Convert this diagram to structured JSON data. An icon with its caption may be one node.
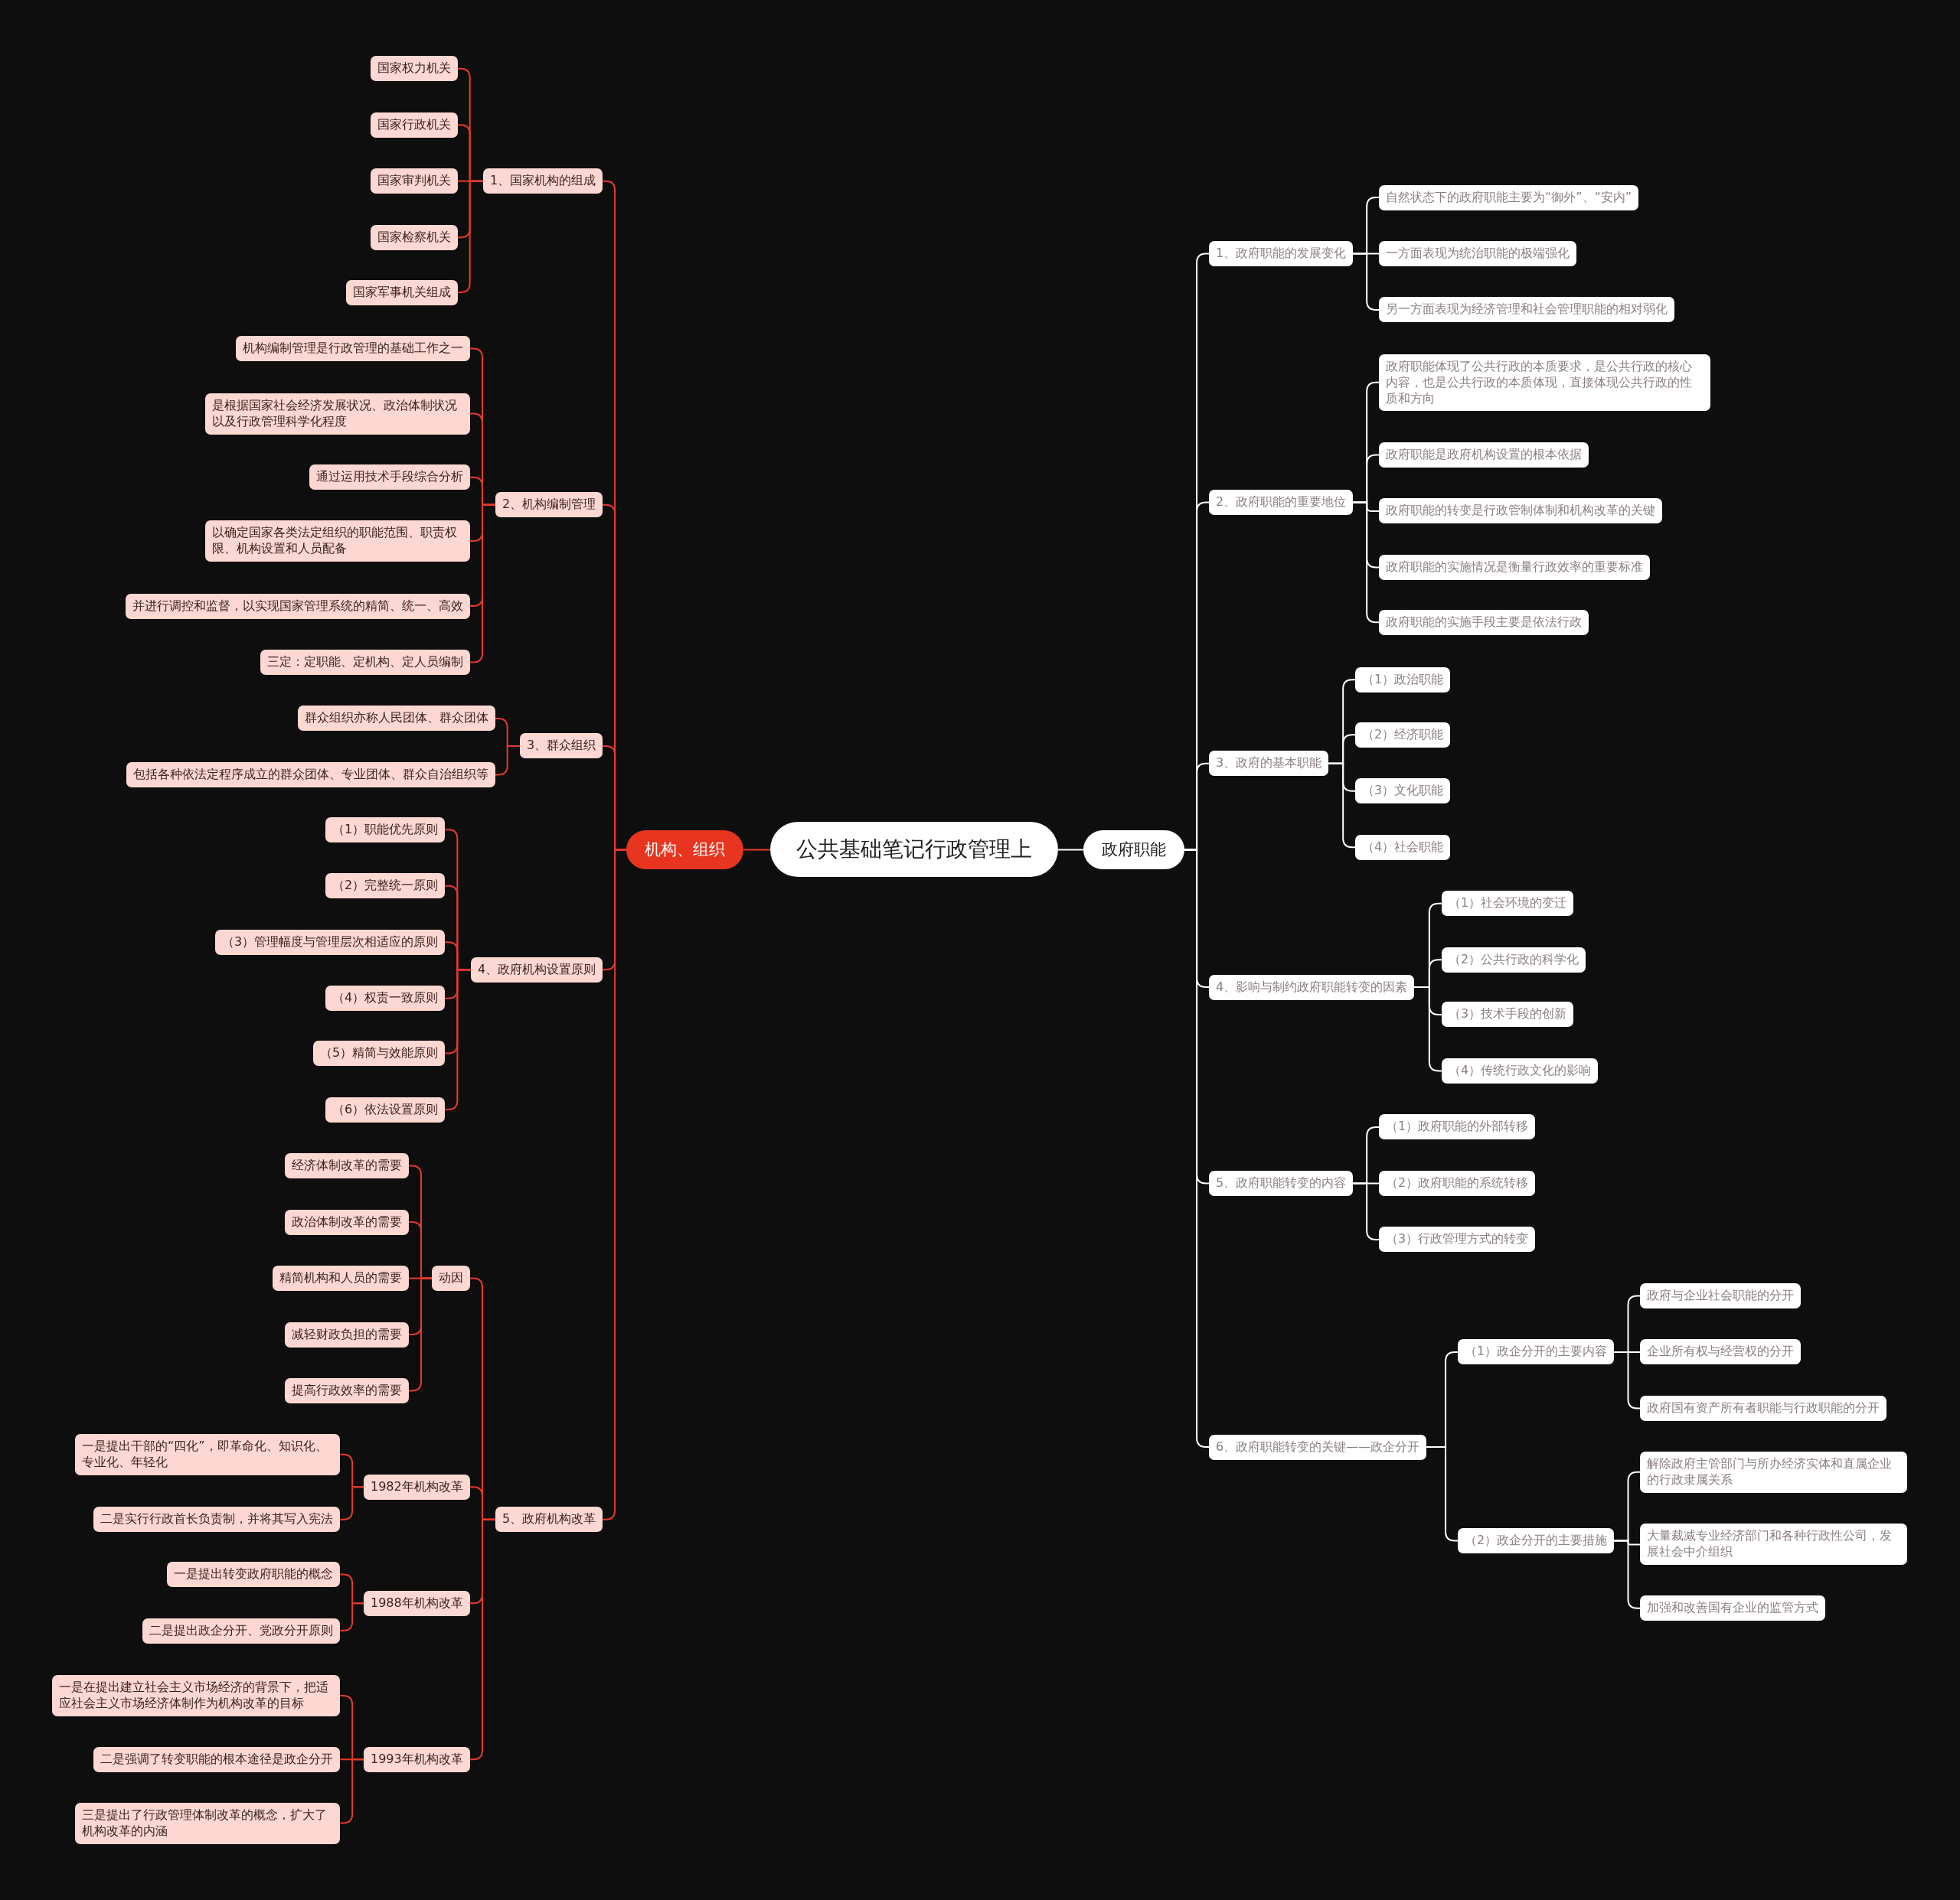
{
  "diagram": {
    "nodes": [
      {
        "text": [
          "公共基础笔记行政管理上"
        ]
      },
      {
        "text": [
          "机构、组织"
        ]
      },
      {
        "text": [
          "1、国家机构的组成"
        ]
      },
      {
        "text": [
          "国家权力机关"
        ]
      },
      {
        "text": [
          "国家行政机关"
        ]
      },
      {
        "text": [
          "国家审判机关"
        ]
      },
      {
        "text": [
          "国家检察机关"
        ]
      },
      {
        "text": [
          "国家军事机关组成"
        ]
      },
      {
        "text": [
          "2、机构编制管理"
        ]
      },
      {
        "text": [
          "机构编制管理是行政管理的基础工作之一"
        ]
      },
      {
        "text": [
          "是根据国家社会经济发展状况、政治体制状况以及行政管理科学化程度"
        ]
      },
      {
        "text": [
          "通过运用技术手段综合分析"
        ]
      },
      {
        "text": [
          "以确定国家各类法定组织的职能范围、职责权限、机构设置和人员配备"
        ]
      },
      {
        "text": [
          "并进行调控和监督，以实现国家管理系统的精简、统一、高效"
        ]
      },
      {
        "text": [
          "三定：定职能、定机构、定人员编制"
        ]
      },
      {
        "text": [
          "3、群众组织"
        ]
      },
      {
        "text": [
          "群众组织亦称人民团体、群众团体"
        ]
      },
      {
        "text": [
          "包括各种依法定程序成立的群众团体、专业团体、群众自治组织等"
        ]
      },
      {
        "text": [
          "4、政府机构设置原则"
        ]
      },
      {
        "text": [
          "（1）职能优先原则"
        ]
      },
      {
        "text": [
          "（2）完整统一原则"
        ]
      },
      {
        "text": [
          "（3）管理幅度与管理层次相适应的原则"
        ]
      },
      {
        "text": [
          "（4）权责一致原则"
        ]
      },
      {
        "text": [
          "（5）精简与效能原则"
        ]
      },
      {
        "text": [
          "（6）依法设置原则"
        ]
      },
      {
        "text": [
          "5、政府机构改革"
        ]
      },
      {
        "text": [
          "动因"
        ]
      },
      {
        "text": [
          "经济体制改革的需要"
        ]
      },
      {
        "text": [
          "政治体制改革的需要"
        ]
      },
      {
        "text": [
          "精简机构和人员的需要"
        ]
      },
      {
        "text": [
          "减轻财政负担的需要"
        ]
      },
      {
        "text": [
          "提高行政效率的需要"
        ]
      },
      {
        "text": [
          "1982年机构改革"
        ]
      },
      {
        "text": [
          "一是提出干部的“四化”，即革命化、知识化、专业化、年轻化"
        ]
      },
      {
        "text": [
          "二是实行行政首长负责制，并将其写入宪法"
        ]
      },
      {
        "text": [
          "1988年机构改革"
        ]
      },
      {
        "text": [
          "一是提出转变政府职能的概念"
        ]
      },
      {
        "text": [
          "二是提出政企分开、党政分开原则"
        ]
      },
      {
        "text": [
          "1993年机构改革"
        ]
      },
      {
        "text": [
          "一是在提出建立社会主义市场经济的背景下，把适应社会主义市场经济体制作为机构改革的目标"
        ]
      },
      {
        "text": [
          "二是强调了转变职能的根本途径是政企分开"
        ]
      },
      {
        "text": [
          "三是提出了行政管理体制改革的概念，扩大了机构改革的内涵"
        ]
      },
      {
        "text": [
          "政府职能"
        ]
      },
      {
        "text": [
          "1、政府职能的发展变化"
        ]
      },
      {
        "text": [
          "自然状态下的政府职能主要为“御外”、“安内”"
        ]
      },
      {
        "text": [
          "一方面表现为统治职能的极端强化"
        ]
      },
      {
        "text": [
          "另一方面表现为经济管理和社会管理职能的相对弱化"
        ]
      },
      {
        "text": [
          "2、政府职能的重要地位"
        ]
      },
      {
        "text": [
          "政府职能体现了公共行政的本质要求，是公共行政的核心内容，也是公共行政的本质体现，直接体现公共行政的性质和方向"
        ]
      },
      {
        "text": [
          "政府职能是政府机构设置的根本依据"
        ]
      },
      {
        "text": [
          "政府职能的转变是行政管制体制和机构改革的关键"
        ]
      },
      {
        "text": [
          "政府职能的实施情况是衡量行政效率的重要标准"
        ]
      },
      {
        "text": [
          "政府职能的实施手段主要是依法行政"
        ]
      },
      {
        "text": [
          "3、政府的基本职能"
        ]
      },
      {
        "text": [
          "（1）政治职能"
        ]
      },
      {
        "text": [
          "（2）经济职能"
        ]
      },
      {
        "text": [
          "（3）文化职能"
        ]
      },
      {
        "text": [
          "（4）社会职能"
        ]
      },
      {
        "text": [
          "4、影响与制约政府职能转变的因素"
        ]
      },
      {
        "text": [
          "（1）社会环境的变迁"
        ]
      },
      {
        "text": [
          "（2）公共行政的科学化"
        ]
      },
      {
        "text": [
          "（3）技术手段的创新"
        ]
      },
      {
        "text": [
          "（4）传统行政文化的影响"
        ]
      },
      {
        "text": [
          "5、政府职能转变的内容"
        ]
      },
      {
        "text": [
          "（1）政府职能的外部转移"
        ]
      },
      {
        "text": [
          "（2）政府职能的系统转移"
        ]
      },
      {
        "text": [
          "（3）行政管理方式的转变"
        ]
      },
      {
        "text": [
          "6、政府职能转变的关键——政企分开"
        ]
      },
      {
        "text": [
          "（1）政企分开的主要内容"
        ]
      },
      {
        "text": [
          "政府与企业社会职能的分开"
        ]
      },
      {
        "text": [
          "企业所有权与经营权的分开"
        ]
      },
      {
        "text": [
          "政府国有资产所有者职能与行政职能的分开"
        ]
      },
      {
        "text": [
          "（2）政企分开的主要措施"
        ]
      },
      {
        "text": [
          "解除政府主管部门与所办经济实体和直属企业的行政隶属关系"
        ]
      },
      {
        "text": [
          "大量裁减专业经济部门和各种行政性公司，发展社会中介组织"
        ]
      },
      {
        "text": [
          "加强和改善国有企业的监管方式"
        ]
      }
    ],
    "edges": [
      {
        "from": 0,
        "to": 1,
        "arrow": "none"
      },
      {
        "from": 1,
        "to": 2,
        "arrow": "none"
      },
      {
        "from": 2,
        "to": 3,
        "arrow": "none"
      },
      {
        "from": 2,
        "to": 4,
        "arrow": "none"
      },
      {
        "from": 2,
        "to": 5,
        "arrow": "none"
      },
      {
        "from": 2,
        "to": 6,
        "arrow": "none"
      },
      {
        "from": 2,
        "to": 7,
        "arrow": "none"
      },
      {
        "from": 1,
        "to": 8,
        "arrow": "none"
      },
      {
        "from": 8,
        "to": 9,
        "arrow": "none"
      },
      {
        "from": 8,
        "to": 10,
        "arrow": "none"
      },
      {
        "from": 8,
        "to": 11,
        "arrow": "none"
      },
      {
        "from": 8,
        "to": 12,
        "arrow": "none"
      },
      {
        "from": 8,
        "to": 13,
        "arrow": "none"
      },
      {
        "from": 8,
        "to": 14,
        "arrow": "none"
      },
      {
        "from": 1,
        "to": 15,
        "arrow": "none"
      },
      {
        "from": 15,
        "to": 16,
        "arrow": "none"
      },
      {
        "from": 15,
        "to": 17,
        "arrow": "none"
      },
      {
        "from": 1,
        "to": 18,
        "arrow": "none"
      },
      {
        "from": 18,
        "to": 19,
        "arrow": "none"
      },
      {
        "from": 18,
        "to": 20,
        "arrow": "none"
      },
      {
        "from": 18,
        "to": 21,
        "arrow": "none"
      },
      {
        "from": 18,
        "to": 22,
        "arrow": "none"
      },
      {
        "from": 18,
        "to": 23,
        "arrow": "none"
      },
      {
        "from": 18,
        "to": 24,
        "arrow": "none"
      },
      {
        "from": 1,
        "to": 25,
        "arrow": "none"
      },
      {
        "from": 25,
        "to": 26,
        "arrow": "none"
      },
      {
        "from": 26,
        "to": 27,
        "arrow": "none"
      },
      {
        "from": 26,
        "to": 28,
        "arrow": "none"
      },
      {
        "from": 26,
        "to": 29,
        "arrow": "none"
      },
      {
        "from": 26,
        "to": 30,
        "arrow": "none"
      },
      {
        "from": 26,
        "to": 31,
        "arrow": "none"
      },
      {
        "from": 25,
        "to": 32,
        "arrow": "none"
      },
      {
        "from": 32,
        "to": 33,
        "arrow": "none"
      },
      {
        "from": 32,
        "to": 34,
        "arrow": "none"
      },
      {
        "from": 25,
        "to": 35,
        "arrow": "none"
      },
      {
        "from": 35,
        "to": 36,
        "arrow": "none"
      },
      {
        "from": 35,
        "to": 37,
        "arrow": "none"
      },
      {
        "from": 25,
        "to": 38,
        "arrow": "none"
      },
      {
        "from": 38,
        "to": 39,
        "arrow": "none"
      },
      {
        "from": 38,
        "to": 40,
        "arrow": "none"
      },
      {
        "from": 38,
        "to": 41,
        "arrow": "none"
      },
      {
        "from": 0,
        "to": 42,
        "arrow": "none",
        "color": "#ffffff"
      },
      {
        "from": 42,
        "to": 43,
        "arrow": "none",
        "color": "#ffffff"
      },
      {
        "from": 43,
        "to": 44,
        "arrow": "none",
        "color": "#ffffff"
      },
      {
        "from": 43,
        "to": 45,
        "arrow": "none",
        "color": "#ffffff"
      },
      {
        "from": 43,
        "to": 46,
        "arrow": "none",
        "color": "#ffffff"
      },
      {
        "from": 42,
        "to": 47,
        "arrow": "none",
        "color": "#ffffff"
      },
      {
        "from": 47,
        "to": 48,
        "arrow": "none",
        "color": "#ffffff"
      },
      {
        "from": 47,
        "to": 49,
        "arrow": "none",
        "color": "#ffffff"
      },
      {
        "from": 47,
        "to": 50,
        "arrow": "none",
        "color": "#ffffff"
      },
      {
        "from": 47,
        "to": 51,
        "arrow": "none",
        "color": "#ffffff"
      },
      {
        "from": 47,
        "to": 52,
        "arrow": "none",
        "color": "#ffffff"
      },
      {
        "from": 42,
        "to": 53,
        "arrow": "none",
        "color": "#ffffff"
      },
      {
        "from": 53,
        "to": 54,
        "arrow": "none",
        "color": "#ffffff"
      },
      {
        "from": 53,
        "to": 55,
        "arrow": "none",
        "color": "#ffffff"
      },
      {
        "from": 53,
        "to": 56,
        "arrow": "none",
        "color": "#ffffff"
      },
      {
        "from": 53,
        "to": 57,
        "arrow": "none",
        "color": "#ffffff"
      },
      {
        "from": 42,
        "to": 58,
        "arrow": "none",
        "color": "#ffffff"
      },
      {
        "from": 58,
        "to": 59,
        "arrow": "none",
        "color": "#ffffff"
      },
      {
        "from": 58,
        "to": 60,
        "arrow": "none",
        "color": "#ffffff"
      },
      {
        "from": 58,
        "to": 61,
        "arrow": "none",
        "color": "#ffffff"
      },
      {
        "from": 58,
        "to": 62,
        "arrow": "none",
        "color": "#ffffff"
      },
      {
        "from": 42,
        "to": 63,
        "arrow": "none",
        "color": "#ffffff"
      },
      {
        "from": 63,
        "to": 64,
        "arrow": "none",
        "color": "#ffffff"
      },
      {
        "from": 63,
        "to": 65,
        "arrow": "none",
        "color": "#ffffff"
      },
      {
        "from": 63,
        "to": 66,
        "arrow": "none",
        "color": "#ffffff"
      },
      {
        "from": 42,
        "to": 67,
        "arrow": "none",
        "color": "#ffffff"
      },
      {
        "from": 67,
        "to": 68,
        "arrow": "none",
        "color": "#ffffff"
      },
      {
        "from": 68,
        "to": 69,
        "arrow": "none",
        "color": "#ffffff"
      },
      {
        "from": 68,
        "to": 70,
        "arrow": "none",
        "color": "#ffffff"
      },
      {
        "from": 68,
        "to": 71,
        "arrow": "none",
        "color": "#ffffff"
      },
      {
        "from": 67,
        "to": 72,
        "arrow": "none",
        "color": "#ffffff"
      },
      {
        "from": 72,
        "to": 73,
        "arrow": "none",
        "color": "#ffffff"
      },
      {
        "from": 72,
        "to": 74,
        "arrow": "none",
        "color": "#ffffff"
      },
      {
        "from": 72,
        "to": 75,
        "arrow": "none",
        "color": "#ffffff"
      }
    ]
  }
}
